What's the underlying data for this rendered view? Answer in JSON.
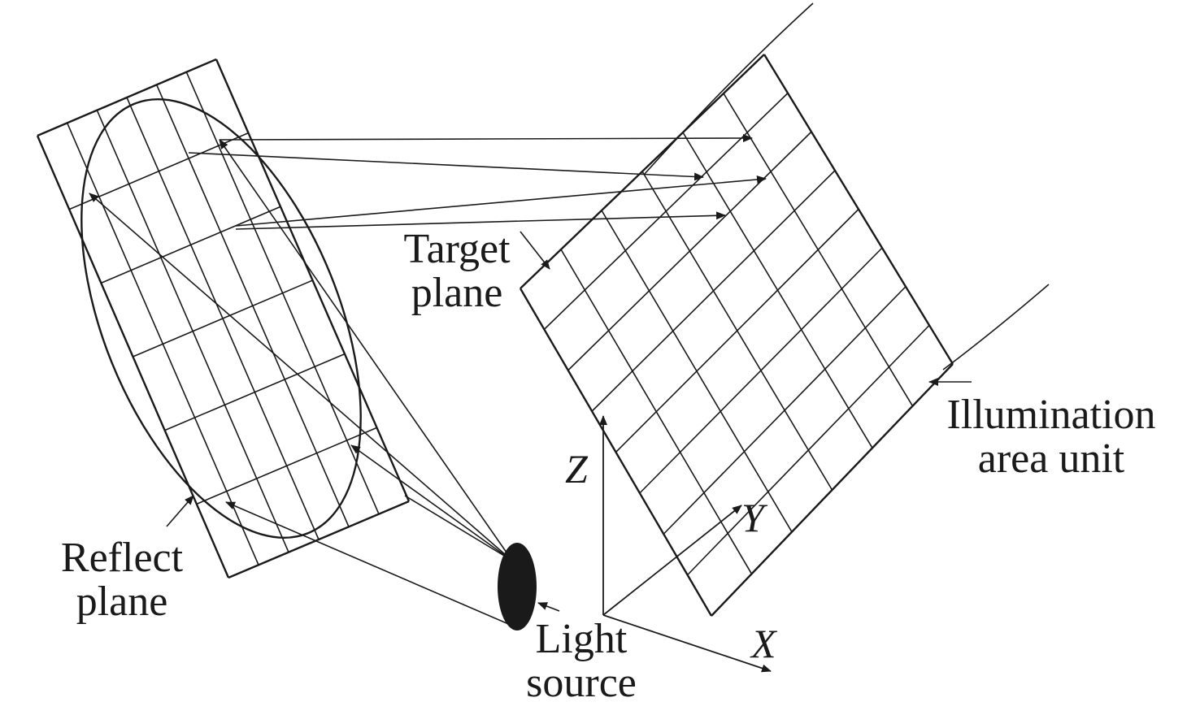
{
  "labels": {
    "target_plane": [
      "Target",
      "plane"
    ],
    "reflect_plane": [
      "Reflect",
      "plane"
    ],
    "light_source": [
      "Light",
      "source"
    ],
    "illumination": [
      "Illumination",
      "area unit"
    ]
  },
  "axes": {
    "x": "X",
    "y": "Y",
    "z": "Z"
  }
}
